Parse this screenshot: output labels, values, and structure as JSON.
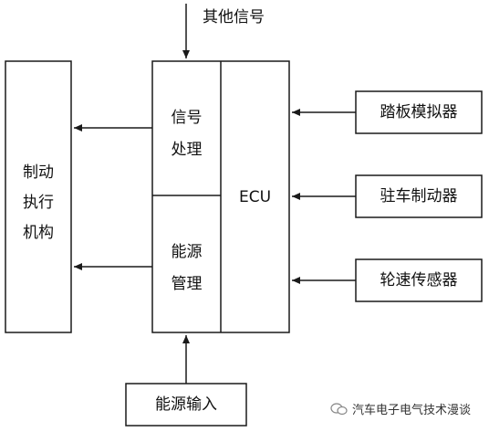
{
  "diagram": {
    "other_signals": "其他信号",
    "actuator": [
      "制动",
      "执行",
      "机构"
    ],
    "signal_processing": [
      "信号",
      "处理"
    ],
    "energy_management": [
      "能源",
      "管理"
    ],
    "ecu": "ECU",
    "inputs": {
      "pedal_simulator": "踏板模拟器",
      "parking_brake": "驻车制动器",
      "wheel_speed_sensor": "轮速传感器"
    },
    "energy_input": "能源输入"
  },
  "watermark": {
    "text": "汽车电子电气技术漫谈",
    "icon": "wechat-icon"
  },
  "colors": {
    "line": "#1a1a1a",
    "background": "#ffffff"
  }
}
